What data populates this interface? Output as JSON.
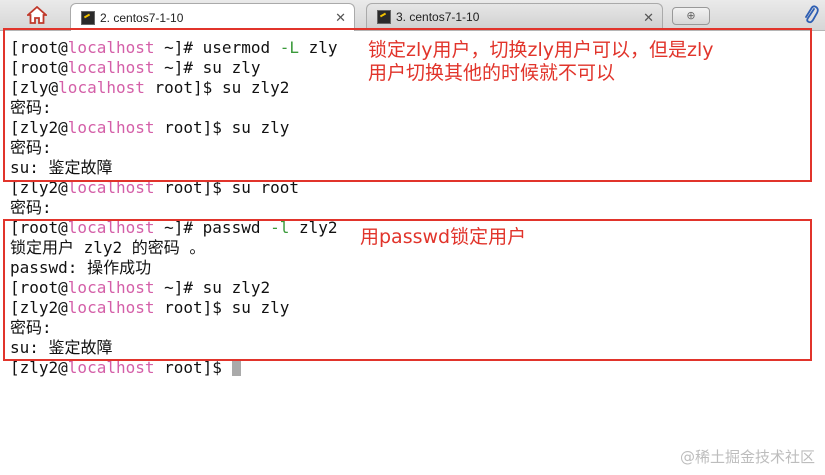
{
  "tabs": [
    {
      "label": "2. centos7-1-10",
      "active": true
    },
    {
      "label": "3. centos7-1-10",
      "active": false
    }
  ],
  "terminal": {
    "lines": [
      [
        {
          "t": "[root@"
        },
        {
          "t": "localhost",
          "c": "host"
        },
        {
          "t": " ~]# usermod "
        },
        {
          "t": "-L",
          "c": "flag"
        },
        {
          "t": " zly"
        }
      ],
      [
        {
          "t": "[root@"
        },
        {
          "t": "localhost",
          "c": "host"
        },
        {
          "t": " ~]# su zly"
        }
      ],
      [
        {
          "t": "[zly@"
        },
        {
          "t": "localhost",
          "c": "host"
        },
        {
          "t": " root]$ su zly2"
        }
      ],
      [
        {
          "t": "密码:"
        }
      ],
      [
        {
          "t": "[zly2@"
        },
        {
          "t": "localhost",
          "c": "host"
        },
        {
          "t": " root]$ su zly"
        }
      ],
      [
        {
          "t": "密码:"
        }
      ],
      [
        {
          "t": "su: 鉴定故障"
        }
      ],
      [
        {
          "t": "[zly2@"
        },
        {
          "t": "localhost",
          "c": "host"
        },
        {
          "t": " root]$ su root"
        }
      ],
      [
        {
          "t": "密码:"
        }
      ],
      [
        {
          "t": "[root@"
        },
        {
          "t": "localhost",
          "c": "host"
        },
        {
          "t": " ~]# passwd "
        },
        {
          "t": "-l",
          "c": "flag"
        },
        {
          "t": " zly2"
        }
      ],
      [
        {
          "t": "锁定用户 zly2 的密码 。"
        }
      ],
      [
        {
          "t": "passwd: 操作成功"
        }
      ],
      [
        {
          "t": "[root@"
        },
        {
          "t": "localhost",
          "c": "host"
        },
        {
          "t": " ~]# su zly2"
        }
      ],
      [
        {
          "t": "[zly2@"
        },
        {
          "t": "localhost",
          "c": "host"
        },
        {
          "t": " root]$ su zly"
        }
      ],
      [
        {
          "t": "密码:"
        }
      ],
      [
        {
          "t": "su: 鉴定故障"
        }
      ],
      [
        {
          "t": "[zly2@"
        },
        {
          "t": "localhost",
          "c": "host"
        },
        {
          "t": " root]$ "
        }
      ]
    ]
  },
  "annotations": {
    "note1_line1": "锁定zly用户，切换zly用户可以，但是zly",
    "note1_line2": "用户切换其他的时候就不可以",
    "note2": "用passwd锁定用户"
  },
  "watermark": "@稀土掘金技术社区",
  "colors": {
    "prompt_host": "#d45fa8",
    "flag": "#3a9a3a",
    "annotation": "#e1342b"
  },
  "icons": {
    "home": "home-icon",
    "tab": "terminal-icon",
    "attach": "paperclip-icon"
  }
}
